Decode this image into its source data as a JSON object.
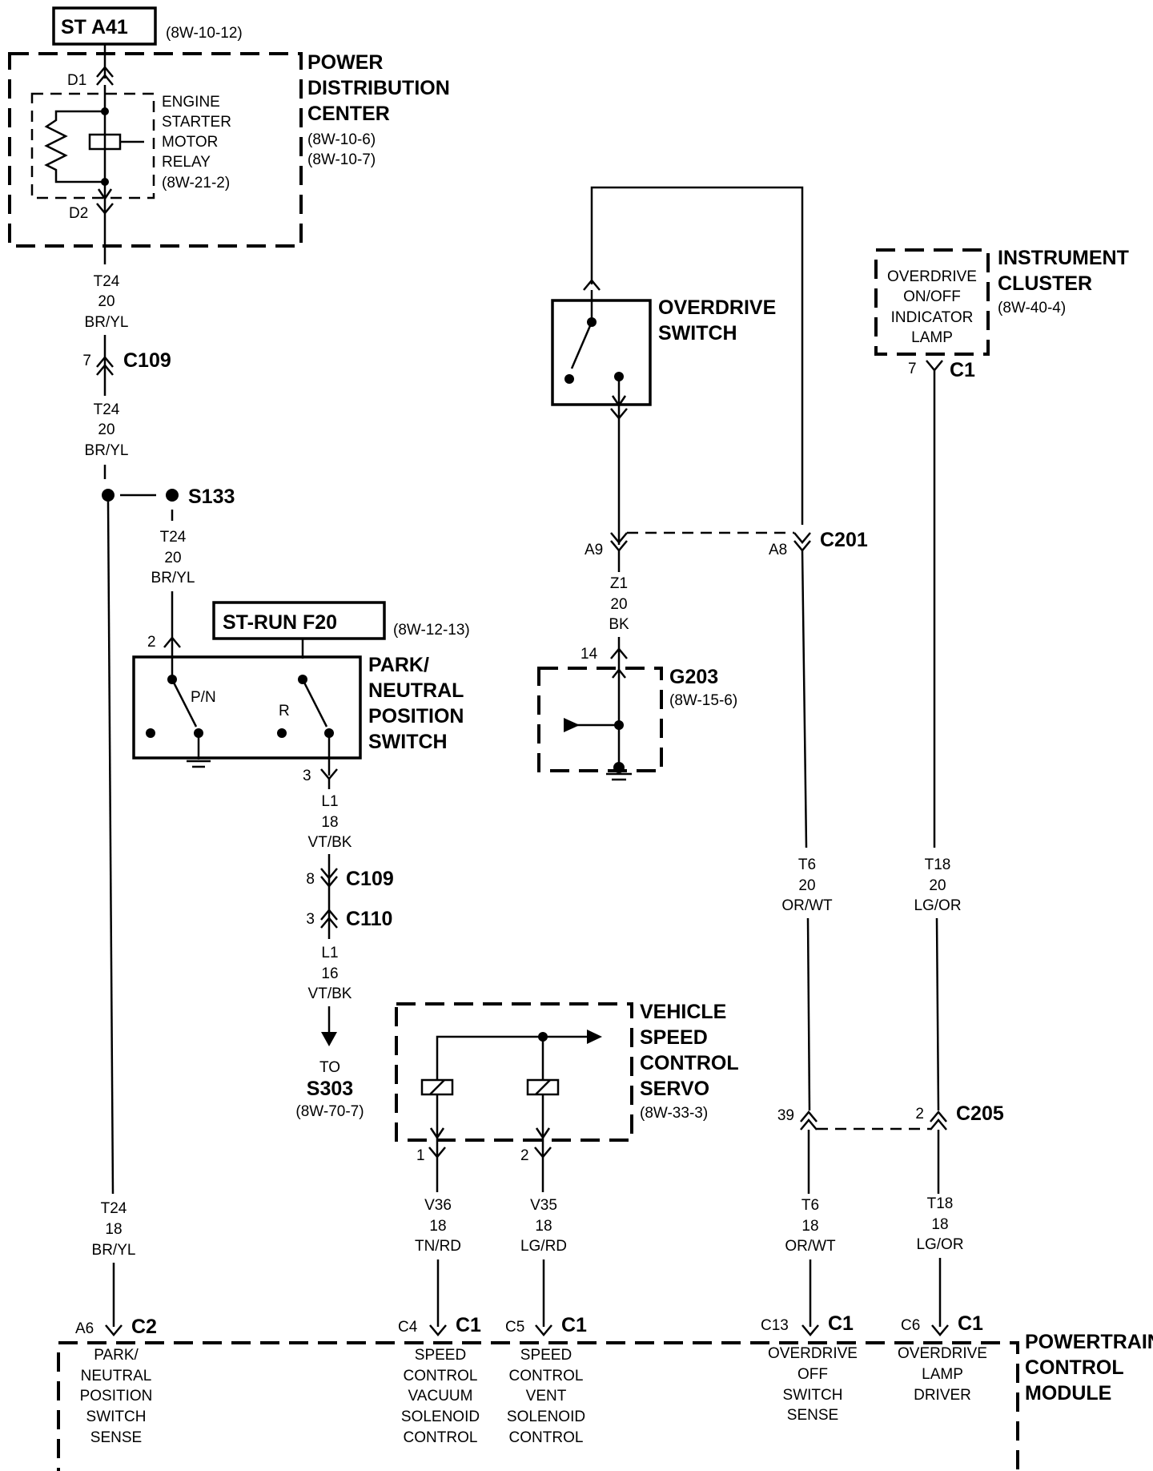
{
  "fuse_top": {
    "name": "ST A41",
    "ref": "(8W-10-12)"
  },
  "fuse_mid": {
    "name": "ST-RUN F20",
    "ref": "(8W-12-13)"
  },
  "pdc": {
    "title": [
      "POWER",
      "DISTRIBUTION",
      "CENTER"
    ],
    "refs": [
      "(8W-10-6)",
      "(8W-10-7)"
    ],
    "pin_top": "D1",
    "pin_bottom": "D2",
    "relay_label": [
      "ENGINE",
      "STARTER",
      "MOTOR",
      "RELAY",
      "(8W-21-2)"
    ]
  },
  "wire_t24_a": [
    "T24",
    "20",
    "BR/YL"
  ],
  "wire_t24_b": [
    "T24",
    "20",
    "BR/YL"
  ],
  "wire_t24_c": [
    "T24",
    "20",
    "BR/YL"
  ],
  "wire_t24_d": [
    "T24",
    "18",
    "BR/YL"
  ],
  "c109_top": {
    "pin": "7",
    "name": "C109"
  },
  "splice_s133": "S133",
  "pn_switch": {
    "title": [
      "PARK/",
      "NEUTRAL",
      "POSITION",
      "SWITCH"
    ],
    "pin_in": "2",
    "pin_out": "3",
    "contact_pn": "P/N",
    "contact_r": "R"
  },
  "wire_l1_a": [
    "L1",
    "18",
    "VT/BK"
  ],
  "c109_mid": {
    "pin": "8",
    "name": "C109"
  },
  "c110": {
    "pin": "3",
    "name": "C110"
  },
  "wire_l1_b": [
    "L1",
    "16",
    "VT/BK"
  ],
  "to_s303": {
    "to": "TO",
    "name": "S303",
    "ref": "(8W-70-7)"
  },
  "overdrive_switch": {
    "title": [
      "OVERDRIVE",
      "SWITCH"
    ]
  },
  "c201": {
    "name": "C201",
    "pin_a9": "A9",
    "pin_a8": "A8"
  },
  "wire_z1": [
    "Z1",
    "20",
    "BK"
  ],
  "g203": {
    "name": "G203",
    "ref": "(8W-15-6)",
    "pin": "14"
  },
  "instrument_cluster": {
    "title": [
      "INSTRUMENT",
      "CLUSTER"
    ],
    "ref": "(8W-40-4)",
    "lamp_label": [
      "OVERDRIVE",
      "ON/OFF",
      "INDICATOR",
      "LAMP"
    ],
    "pin": "7",
    "conn": "C1"
  },
  "wire_t6_a": [
    "T6",
    "20",
    "OR/WT"
  ],
  "wire_t18_a": [
    "T18",
    "20",
    "LG/OR"
  ],
  "c205": {
    "name": "C205",
    "pin_39": "39",
    "pin_2": "2"
  },
  "wire_t6_b": [
    "T6",
    "18",
    "OR/WT"
  ],
  "wire_t18_b": [
    "T18",
    "18",
    "LG/OR"
  ],
  "vsc_servo": {
    "title": [
      "VEHICLE",
      "SPEED",
      "CONTROL",
      "SERVO"
    ],
    "ref": "(8W-33-3)",
    "pin1": "1",
    "pin2": "2"
  },
  "wire_v36": [
    "V36",
    "18",
    "TN/RD"
  ],
  "wire_v35": [
    "V35",
    "18",
    "LG/RD"
  ],
  "pcm": {
    "title": [
      "POWERTRAIN",
      "CONTROL",
      "MODULE"
    ],
    "pins": [
      {
        "pin": "A6",
        "conn": "C2",
        "label": [
          "PARK/",
          "NEUTRAL",
          "POSITION",
          "SWITCH",
          "SENSE"
        ]
      },
      {
        "pin": "C4",
        "conn": "C1",
        "label": [
          "SPEED",
          "CONTROL",
          "VACUUM",
          "SOLENOID",
          "CONTROL"
        ]
      },
      {
        "pin": "C5",
        "conn": "C1",
        "label": [
          "SPEED",
          "CONTROL",
          "VENT",
          "SOLENOID",
          "CONTROL"
        ]
      },
      {
        "pin": "C13",
        "conn": "C1",
        "label": [
          "OVERDRIVE",
          "OFF",
          "SWITCH",
          "SENSE"
        ]
      },
      {
        "pin": "C6",
        "conn": "C1",
        "label": [
          "OVERDRIVE",
          "LAMP",
          "DRIVER"
        ]
      }
    ]
  }
}
